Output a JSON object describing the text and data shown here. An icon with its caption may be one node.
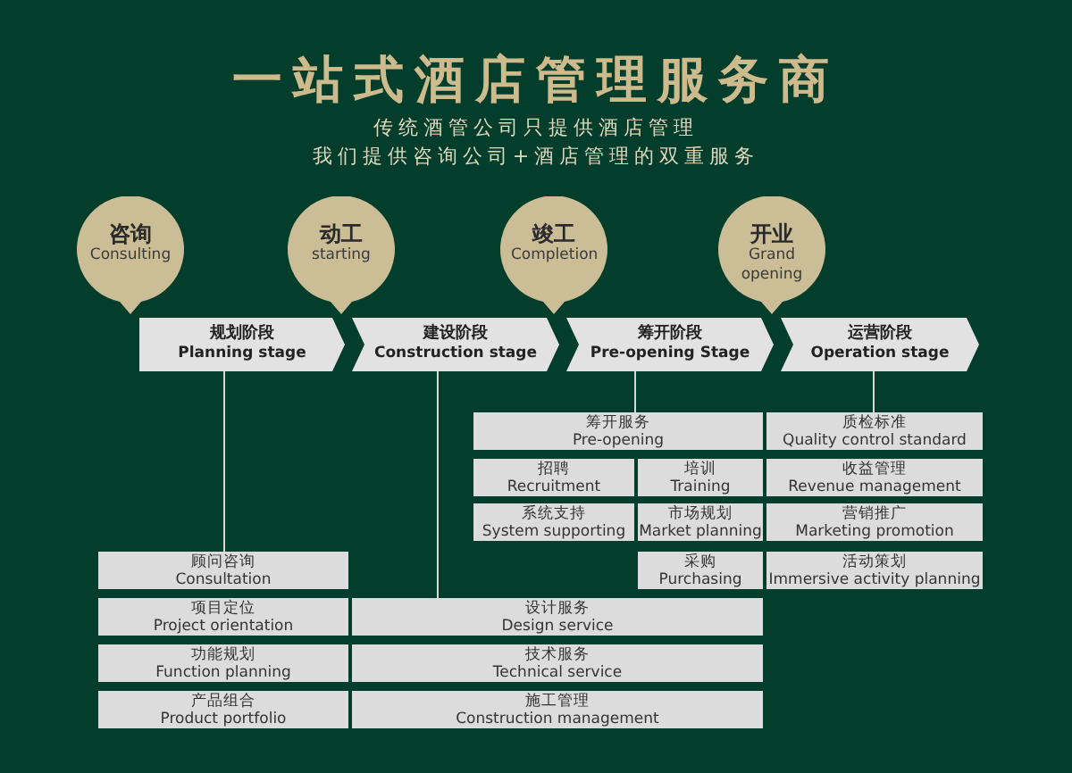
{
  "diagram": {
    "title": "一站式酒店管理服务商",
    "nodes": [
      {
        "text": [
          "咨询",
          "Consulting"
        ]
      },
      {
        "text": [
          "动工",
          "starting"
        ]
      },
      {
        "text": [
          "竣工",
          "Completion"
        ]
      },
      {
        "text": [
          "开业",
          "Grand opening"
        ]
      },
      {
        "text": [
          "规划阶段",
          "Planning stage"
        ]
      },
      {
        "text": [
          "建设阶段",
          "Construction stage"
        ]
      },
      {
        "text": [
          "筹开阶段",
          "Pre-opening Stage"
        ]
      },
      {
        "text": [
          "运营阶段",
          "Operation stage"
        ]
      },
      {
        "text": [
          "筹开服务",
          "Pre-opening"
        ]
      },
      {
        "text": [
          "质检标准",
          "Quality control standard"
        ]
      },
      {
        "text": [
          "招聘",
          "Recruitment"
        ]
      },
      {
        "text": [
          "培训",
          "Training"
        ]
      },
      {
        "text": [
          "收益管理",
          "Revenue management"
        ]
      },
      {
        "text": [
          "系统支持",
          "System supporting"
        ]
      },
      {
        "text": [
          "市场规划",
          "Market planning"
        ]
      },
      {
        "text": [
          "营销推广",
          "Marketing promotion"
        ]
      },
      {
        "text": [
          "顾问咨询",
          "Consultation"
        ]
      },
      {
        "text": [
          "采购",
          "Purchasing"
        ]
      },
      {
        "text": [
          "活动策划",
          "Immersive activity planning"
        ]
      },
      {
        "text": [
          "项目定位",
          "Project orientation"
        ]
      },
      {
        "text": [
          "设计服务",
          "Design service"
        ]
      },
      {
        "text": [
          "功能规划",
          "Function planning"
        ]
      },
      {
        "text": [
          "技术服务",
          "Technical service"
        ]
      },
      {
        "text": [
          "产品组合",
          "Product portfolio"
        ]
      },
      {
        "text": [
          "施工管理",
          "Construction management"
        ]
      }
    ],
    "edges": [
      {
        "from": 4,
        "to": 16,
        "arrow": "none"
      },
      {
        "from": 5,
        "to": 20,
        "arrow": "none"
      },
      {
        "from": 6,
        "to": 8,
        "arrow": "none"
      },
      {
        "from": 7,
        "to": 9,
        "arrow": "none"
      }
    ],
    "labels": [
      "传统酒管公司只提供酒店管理",
      "我们提供咨询公司+酒店管理的双重服务"
    ]
  }
}
